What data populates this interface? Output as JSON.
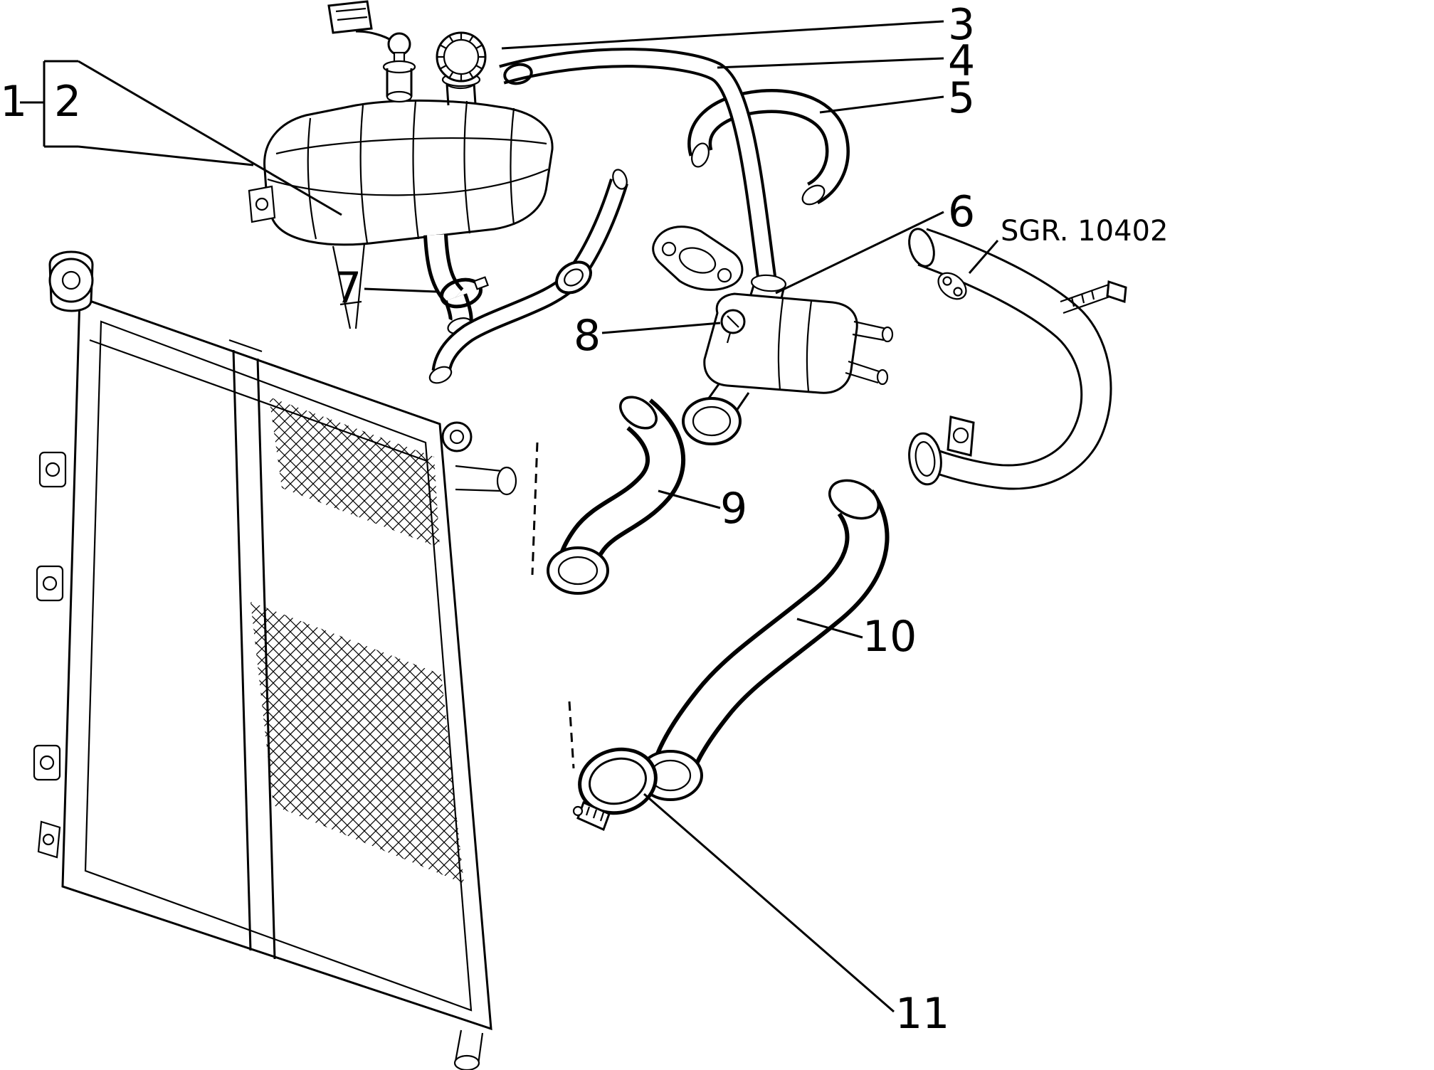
{
  "colors": {
    "line": "#000000",
    "background": "#ffffff"
  },
  "callouts": {
    "n1": "1",
    "n2": "2",
    "n3": "3",
    "n4": "4",
    "n5": "5",
    "n6": "6",
    "n7": "7",
    "n8": "8",
    "n9": "9",
    "n10": "10",
    "n11": "11"
  },
  "labels": {
    "sgr": "SGR. 10402"
  }
}
